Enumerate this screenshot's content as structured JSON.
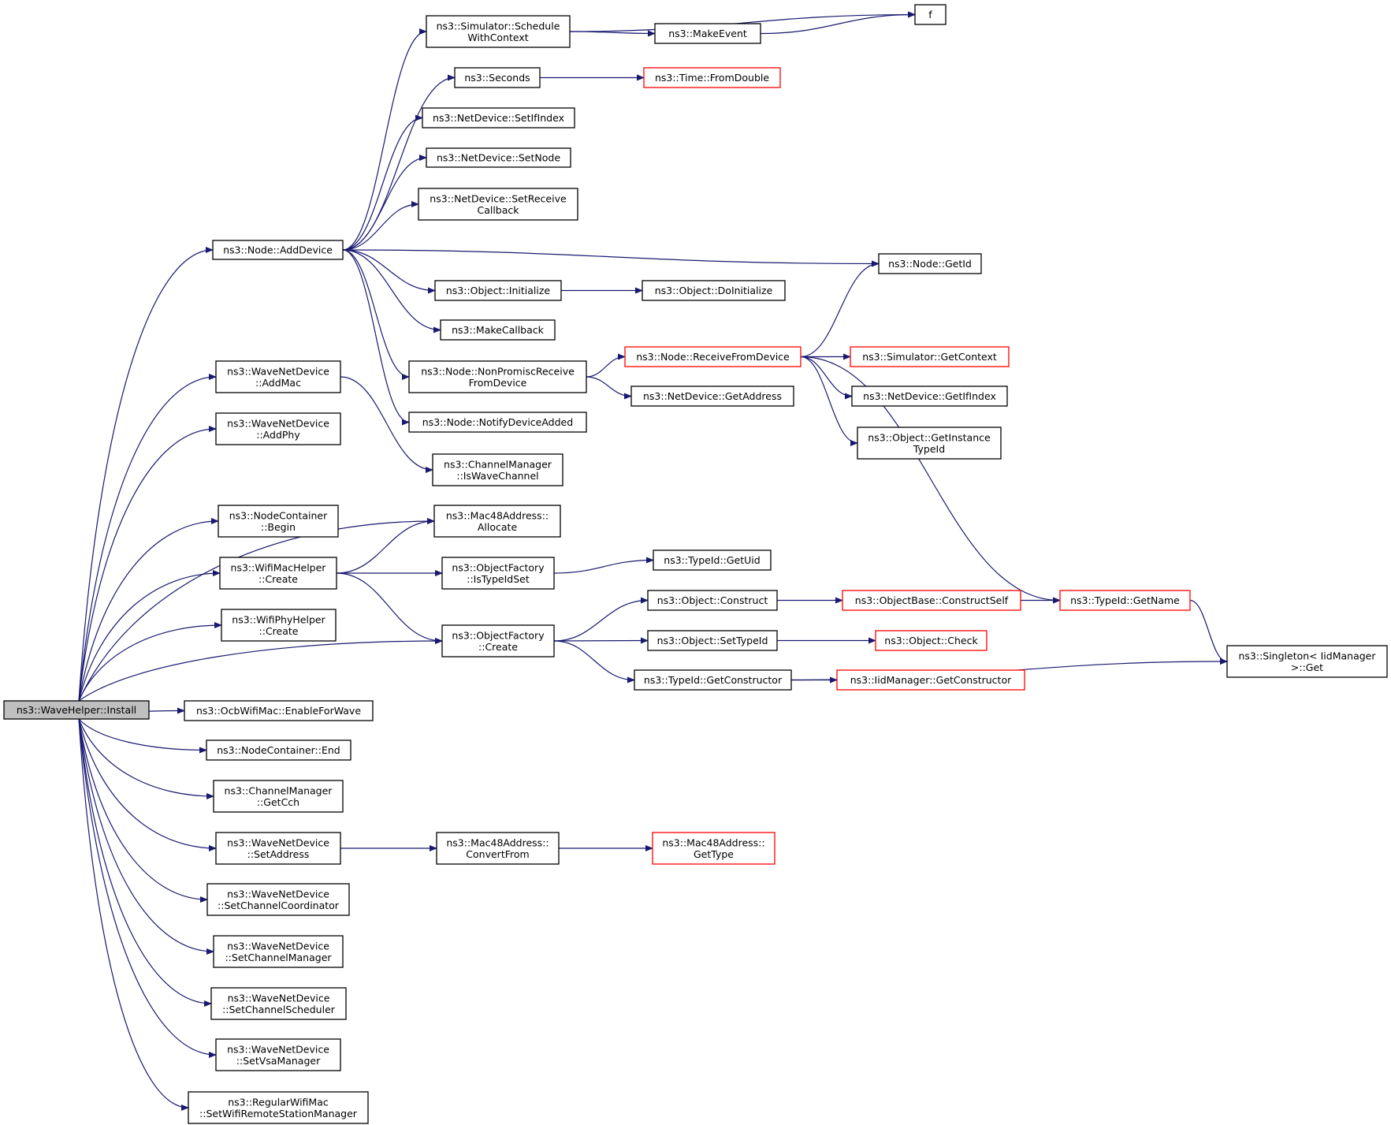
{
  "colors": {
    "edge": "#191970",
    "border_normal": "#000000",
    "border_truncated": "#ff0000",
    "root_fill": "#bfbfbf",
    "node_fill": "#ffffff"
  },
  "nodes": [
    {
      "id": "install",
      "lines": [
        "ns3::WaveHelper::Install"
      ],
      "kind": "root"
    },
    {
      "id": "adddevice",
      "lines": [
        "ns3::Node::AddDevice"
      ],
      "kind": "normal"
    },
    {
      "id": "schedule",
      "lines": [
        "ns3::Simulator::Schedule",
        "WithContext"
      ],
      "kind": "normal"
    },
    {
      "id": "f",
      "lines": [
        "f"
      ],
      "kind": "normal"
    },
    {
      "id": "makeevent",
      "lines": [
        "ns3::MakeEvent"
      ],
      "kind": "normal"
    },
    {
      "id": "seconds",
      "lines": [
        "ns3::Seconds"
      ],
      "kind": "normal"
    },
    {
      "id": "fromdouble",
      "lines": [
        "ns3::Time::FromDouble"
      ],
      "kind": "truncated"
    },
    {
      "id": "setifindex",
      "lines": [
        "ns3::NetDevice::SetIfIndex"
      ],
      "kind": "normal"
    },
    {
      "id": "setnode",
      "lines": [
        "ns3::NetDevice::SetNode"
      ],
      "kind": "normal"
    },
    {
      "id": "setreceive",
      "lines": [
        "ns3::NetDevice::SetReceive",
        "Callback"
      ],
      "kind": "normal"
    },
    {
      "id": "getid",
      "lines": [
        "ns3::Node::GetId"
      ],
      "kind": "normal"
    },
    {
      "id": "initialize",
      "lines": [
        "ns3::Object::Initialize"
      ],
      "kind": "normal"
    },
    {
      "id": "doinitialize",
      "lines": [
        "ns3::Object::DoInitialize"
      ],
      "kind": "normal"
    },
    {
      "id": "makecallback",
      "lines": [
        "ns3::MakeCallback"
      ],
      "kind": "normal"
    },
    {
      "id": "nonpromisc",
      "lines": [
        "ns3::Node::NonPromiscReceive",
        "FromDevice"
      ],
      "kind": "normal"
    },
    {
      "id": "receivefromdevice",
      "lines": [
        "ns3::Node::ReceiveFromDevice"
      ],
      "kind": "truncated"
    },
    {
      "id": "getcontext",
      "lines": [
        "ns3::Simulator::GetContext"
      ],
      "kind": "truncated"
    },
    {
      "id": "getaddress",
      "lines": [
        "ns3::NetDevice::GetAddress"
      ],
      "kind": "normal"
    },
    {
      "id": "getifindex",
      "lines": [
        "ns3::NetDevice::GetIfIndex"
      ],
      "kind": "normal"
    },
    {
      "id": "getinstancetypeid",
      "lines": [
        "ns3::Object::GetInstance",
        "TypeId"
      ],
      "kind": "normal"
    },
    {
      "id": "notifydeviceadded",
      "lines": [
        "ns3::Node::NotifyDeviceAdded"
      ],
      "kind": "normal"
    },
    {
      "id": "addmac",
      "lines": [
        "ns3::WaveNetDevice",
        "::AddMac"
      ],
      "kind": "normal"
    },
    {
      "id": "addphy",
      "lines": [
        "ns3::WaveNetDevice",
        "::AddPhy"
      ],
      "kind": "normal"
    },
    {
      "id": "iswavechannel",
      "lines": [
        "ns3::ChannelManager",
        "::IsWaveChannel"
      ],
      "kind": "normal"
    },
    {
      "id": "begin",
      "lines": [
        "ns3::NodeContainer",
        "::Begin"
      ],
      "kind": "normal"
    },
    {
      "id": "allocate",
      "lines": [
        "ns3::Mac48Address::",
        "Allocate"
      ],
      "kind": "normal"
    },
    {
      "id": "wifimaccreate",
      "lines": [
        "ns3::WifiMacHelper",
        "::Create"
      ],
      "kind": "normal"
    },
    {
      "id": "istypeidset",
      "lines": [
        "ns3::ObjectFactory",
        "::IsTypeIdSet"
      ],
      "kind": "normal"
    },
    {
      "id": "getuid",
      "lines": [
        "ns3::TypeId::GetUid"
      ],
      "kind": "normal"
    },
    {
      "id": "wifiphycreate",
      "lines": [
        "ns3::WifiPhyHelper",
        "::Create"
      ],
      "kind": "normal"
    },
    {
      "id": "ofcreate",
      "lines": [
        "ns3::ObjectFactory",
        "::Create"
      ],
      "kind": "normal"
    },
    {
      "id": "construct",
      "lines": [
        "ns3::Object::Construct"
      ],
      "kind": "normal"
    },
    {
      "id": "constructself",
      "lines": [
        "ns3::ObjectBase::ConstructSelf"
      ],
      "kind": "truncated"
    },
    {
      "id": "getname",
      "lines": [
        "ns3::TypeId::GetName"
      ],
      "kind": "truncated"
    },
    {
      "id": "singletonget",
      "lines": [
        "ns3::Singleton< IidManager",
        " >::Get"
      ],
      "kind": "normal"
    },
    {
      "id": "settypeid",
      "lines": [
        "ns3::Object::SetTypeId"
      ],
      "kind": "normal"
    },
    {
      "id": "check",
      "lines": [
        "ns3::Object::Check"
      ],
      "kind": "truncated"
    },
    {
      "id": "getconstructor",
      "lines": [
        "ns3::TypeId::GetConstructor"
      ],
      "kind": "normal"
    },
    {
      "id": "iidgetconstructor",
      "lines": [
        "ns3::IidManager::GetConstructor"
      ],
      "kind": "truncated"
    },
    {
      "id": "enableforwave",
      "lines": [
        "ns3::OcbWifiMac::EnableForWave"
      ],
      "kind": "normal"
    },
    {
      "id": "ncend",
      "lines": [
        "ns3::NodeContainer::End"
      ],
      "kind": "normal"
    },
    {
      "id": "getcch",
      "lines": [
        "ns3::ChannelManager",
        "::GetCch"
      ],
      "kind": "normal"
    },
    {
      "id": "setaddress",
      "lines": [
        "ns3::WaveNetDevice",
        "::SetAddress"
      ],
      "kind": "normal"
    },
    {
      "id": "convertfrom",
      "lines": [
        "ns3::Mac48Address::",
        "ConvertFrom"
      ],
      "kind": "normal"
    },
    {
      "id": "gettype",
      "lines": [
        "ns3::Mac48Address::",
        "GetType"
      ],
      "kind": "truncated"
    },
    {
      "id": "setchannelcoordinator",
      "lines": [
        "ns3::WaveNetDevice",
        "::SetChannelCoordinator"
      ],
      "kind": "normal"
    },
    {
      "id": "setchannelmanager",
      "lines": [
        "ns3::WaveNetDevice",
        "::SetChannelManager"
      ],
      "kind": "normal"
    },
    {
      "id": "setchannelscheduler",
      "lines": [
        "ns3::WaveNetDevice",
        "::SetChannelScheduler"
      ],
      "kind": "normal"
    },
    {
      "id": "setvsamanager",
      "lines": [
        "ns3::WaveNetDevice",
        "::SetVsaManager"
      ],
      "kind": "normal"
    },
    {
      "id": "setwifiremote",
      "lines": [
        "ns3::RegularWifiMac",
        "::SetWifiRemoteStationManager"
      ],
      "kind": "normal"
    }
  ],
  "edges": [
    {
      "from": "install",
      "to": "adddevice"
    },
    {
      "from": "install",
      "to": "addmac"
    },
    {
      "from": "install",
      "to": "addphy"
    },
    {
      "from": "install",
      "to": "allocate"
    },
    {
      "from": "install",
      "to": "begin"
    },
    {
      "from": "install",
      "to": "wifimaccreate"
    },
    {
      "from": "install",
      "to": "wifiphycreate"
    },
    {
      "from": "install",
      "to": "ofcreate"
    },
    {
      "from": "install",
      "to": "enableforwave"
    },
    {
      "from": "install",
      "to": "ncend"
    },
    {
      "from": "install",
      "to": "getcch"
    },
    {
      "from": "install",
      "to": "setaddress"
    },
    {
      "from": "install",
      "to": "setchannelcoordinator"
    },
    {
      "from": "install",
      "to": "setchannelmanager"
    },
    {
      "from": "install",
      "to": "setchannelscheduler"
    },
    {
      "from": "install",
      "to": "setvsamanager"
    },
    {
      "from": "install",
      "to": "setwifiremote"
    },
    {
      "from": "adddevice",
      "to": "schedule"
    },
    {
      "from": "adddevice",
      "to": "seconds"
    },
    {
      "from": "adddevice",
      "to": "setifindex"
    },
    {
      "from": "adddevice",
      "to": "setnode"
    },
    {
      "from": "adddevice",
      "to": "setreceive"
    },
    {
      "from": "adddevice",
      "to": "getid"
    },
    {
      "from": "adddevice",
      "to": "initialize"
    },
    {
      "from": "adddevice",
      "to": "makecallback"
    },
    {
      "from": "adddevice",
      "to": "nonpromisc"
    },
    {
      "from": "adddevice",
      "to": "notifydeviceadded"
    },
    {
      "from": "schedule",
      "to": "f"
    },
    {
      "from": "schedule",
      "to": "makeevent"
    },
    {
      "from": "makeevent",
      "to": "f"
    },
    {
      "from": "seconds",
      "to": "fromdouble"
    },
    {
      "from": "initialize",
      "to": "doinitialize"
    },
    {
      "from": "nonpromisc",
      "to": "receivefromdevice"
    },
    {
      "from": "nonpromisc",
      "to": "getaddress"
    },
    {
      "from": "receivefromdevice",
      "to": "getid"
    },
    {
      "from": "receivefromdevice",
      "to": "getname"
    },
    {
      "from": "receivefromdevice",
      "to": "getcontext"
    },
    {
      "from": "receivefromdevice",
      "to": "getifindex"
    },
    {
      "from": "receivefromdevice",
      "to": "getinstancetypeid"
    },
    {
      "from": "addmac",
      "to": "iswavechannel"
    },
    {
      "from": "wifimaccreate",
      "to": "allocate"
    },
    {
      "from": "wifimaccreate",
      "to": "istypeidset"
    },
    {
      "from": "wifimaccreate",
      "to": "ofcreate"
    },
    {
      "from": "istypeidset",
      "to": "getuid"
    },
    {
      "from": "ofcreate",
      "to": "construct"
    },
    {
      "from": "ofcreate",
      "to": "settypeid"
    },
    {
      "from": "ofcreate",
      "to": "getconstructor"
    },
    {
      "from": "construct",
      "to": "constructself"
    },
    {
      "from": "constructself",
      "to": "getname"
    },
    {
      "from": "getname",
      "to": "singletonget"
    },
    {
      "from": "settypeid",
      "to": "check"
    },
    {
      "from": "getconstructor",
      "to": "iidgetconstructor"
    },
    {
      "from": "getconstructor",
      "to": "singletonget"
    },
    {
      "from": "setaddress",
      "to": "convertfrom"
    },
    {
      "from": "convertfrom",
      "to": "gettype"
    }
  ]
}
